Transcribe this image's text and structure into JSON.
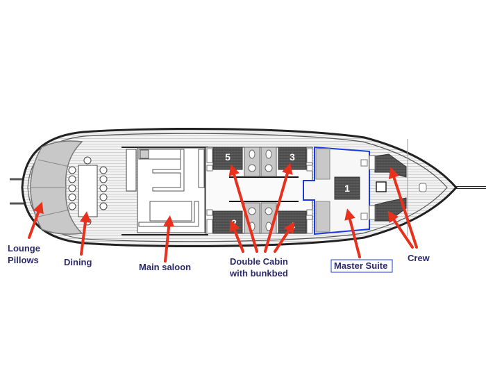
{
  "colors": {
    "arrow": "#e8301c",
    "label": "#2b2a6b",
    "master_outline": "#1a3adf",
    "hull": "#222222",
    "deck": "#e6e6e6",
    "bed": "#4a4a4a"
  },
  "labels": {
    "lounge_line1": "Lounge",
    "lounge_line2": "Pillows",
    "dining": "Dining",
    "saloon": "Main saloon",
    "double_line1": "Double Cabin",
    "double_line2": "with bunkbed",
    "master": "Master Suite",
    "crew": "Crew"
  },
  "cabins": {
    "c1": "1",
    "c2": "2",
    "c3": "3",
    "c4": "4",
    "c5": "5"
  }
}
